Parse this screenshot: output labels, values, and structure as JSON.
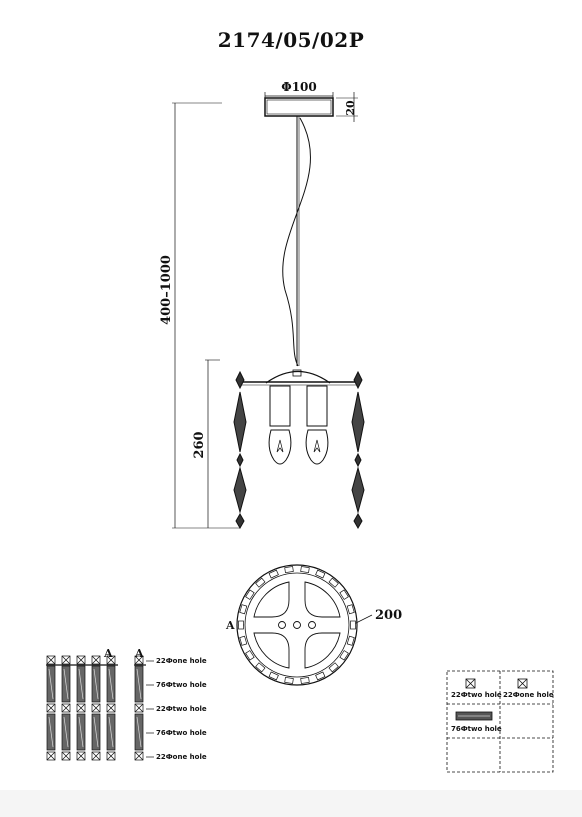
{
  "drawing": {
    "title": "2174/05/02P",
    "dim_canopy_diameter": "Φ100",
    "dim_canopy_height": "20",
    "dim_total_height": "400–1000",
    "dim_body_height": "260",
    "dim_bottom_diameter": "200",
    "section_mark": "A",
    "label_A_left": "A",
    "label_A_right": "A"
  },
  "crystal_legend": {
    "rows": [
      {
        "label": "22Фone hole"
      },
      {
        "label": "76Фtwo hole"
      },
      {
        "label": "22Фtwo hole"
      },
      {
        "label": "76Фtwo hole"
      },
      {
        "label": "22Фone hole"
      }
    ]
  },
  "parts_box": {
    "cells": [
      {
        "label": "22Фtwo hole"
      },
      {
        "label": "22Фone hole"
      },
      {
        "label": "76Фtwo hole"
      }
    ]
  }
}
